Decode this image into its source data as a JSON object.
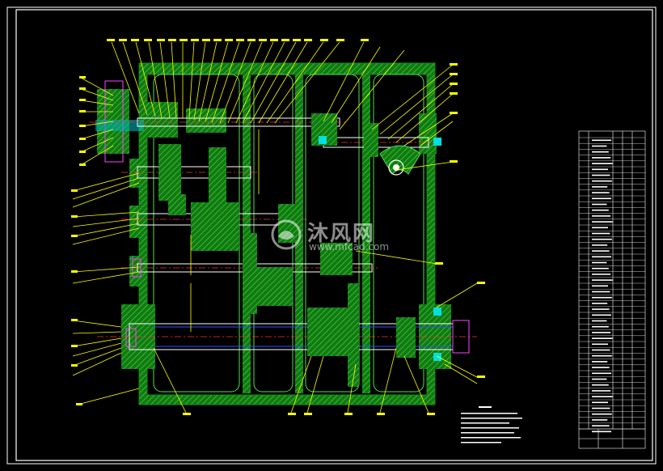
{
  "drawing": {
    "type": "gearbox-assembly-cad",
    "colors": {
      "background": "#000000",
      "frame": "#ffffff",
      "housing": "#1a8a1a",
      "housing_hatch": "#4fdc4f",
      "leader": "#ffff00",
      "centerline": "#ff3030",
      "shaft": "#ffffff",
      "blue_line": "#3050ff",
      "cyan": "#00e0e0",
      "magenta": "#ff40ff",
      "table_line": "#ffffff"
    }
  },
  "watermark": {
    "main": "沐风网",
    "sub": "www.mfcad.com"
  }
}
